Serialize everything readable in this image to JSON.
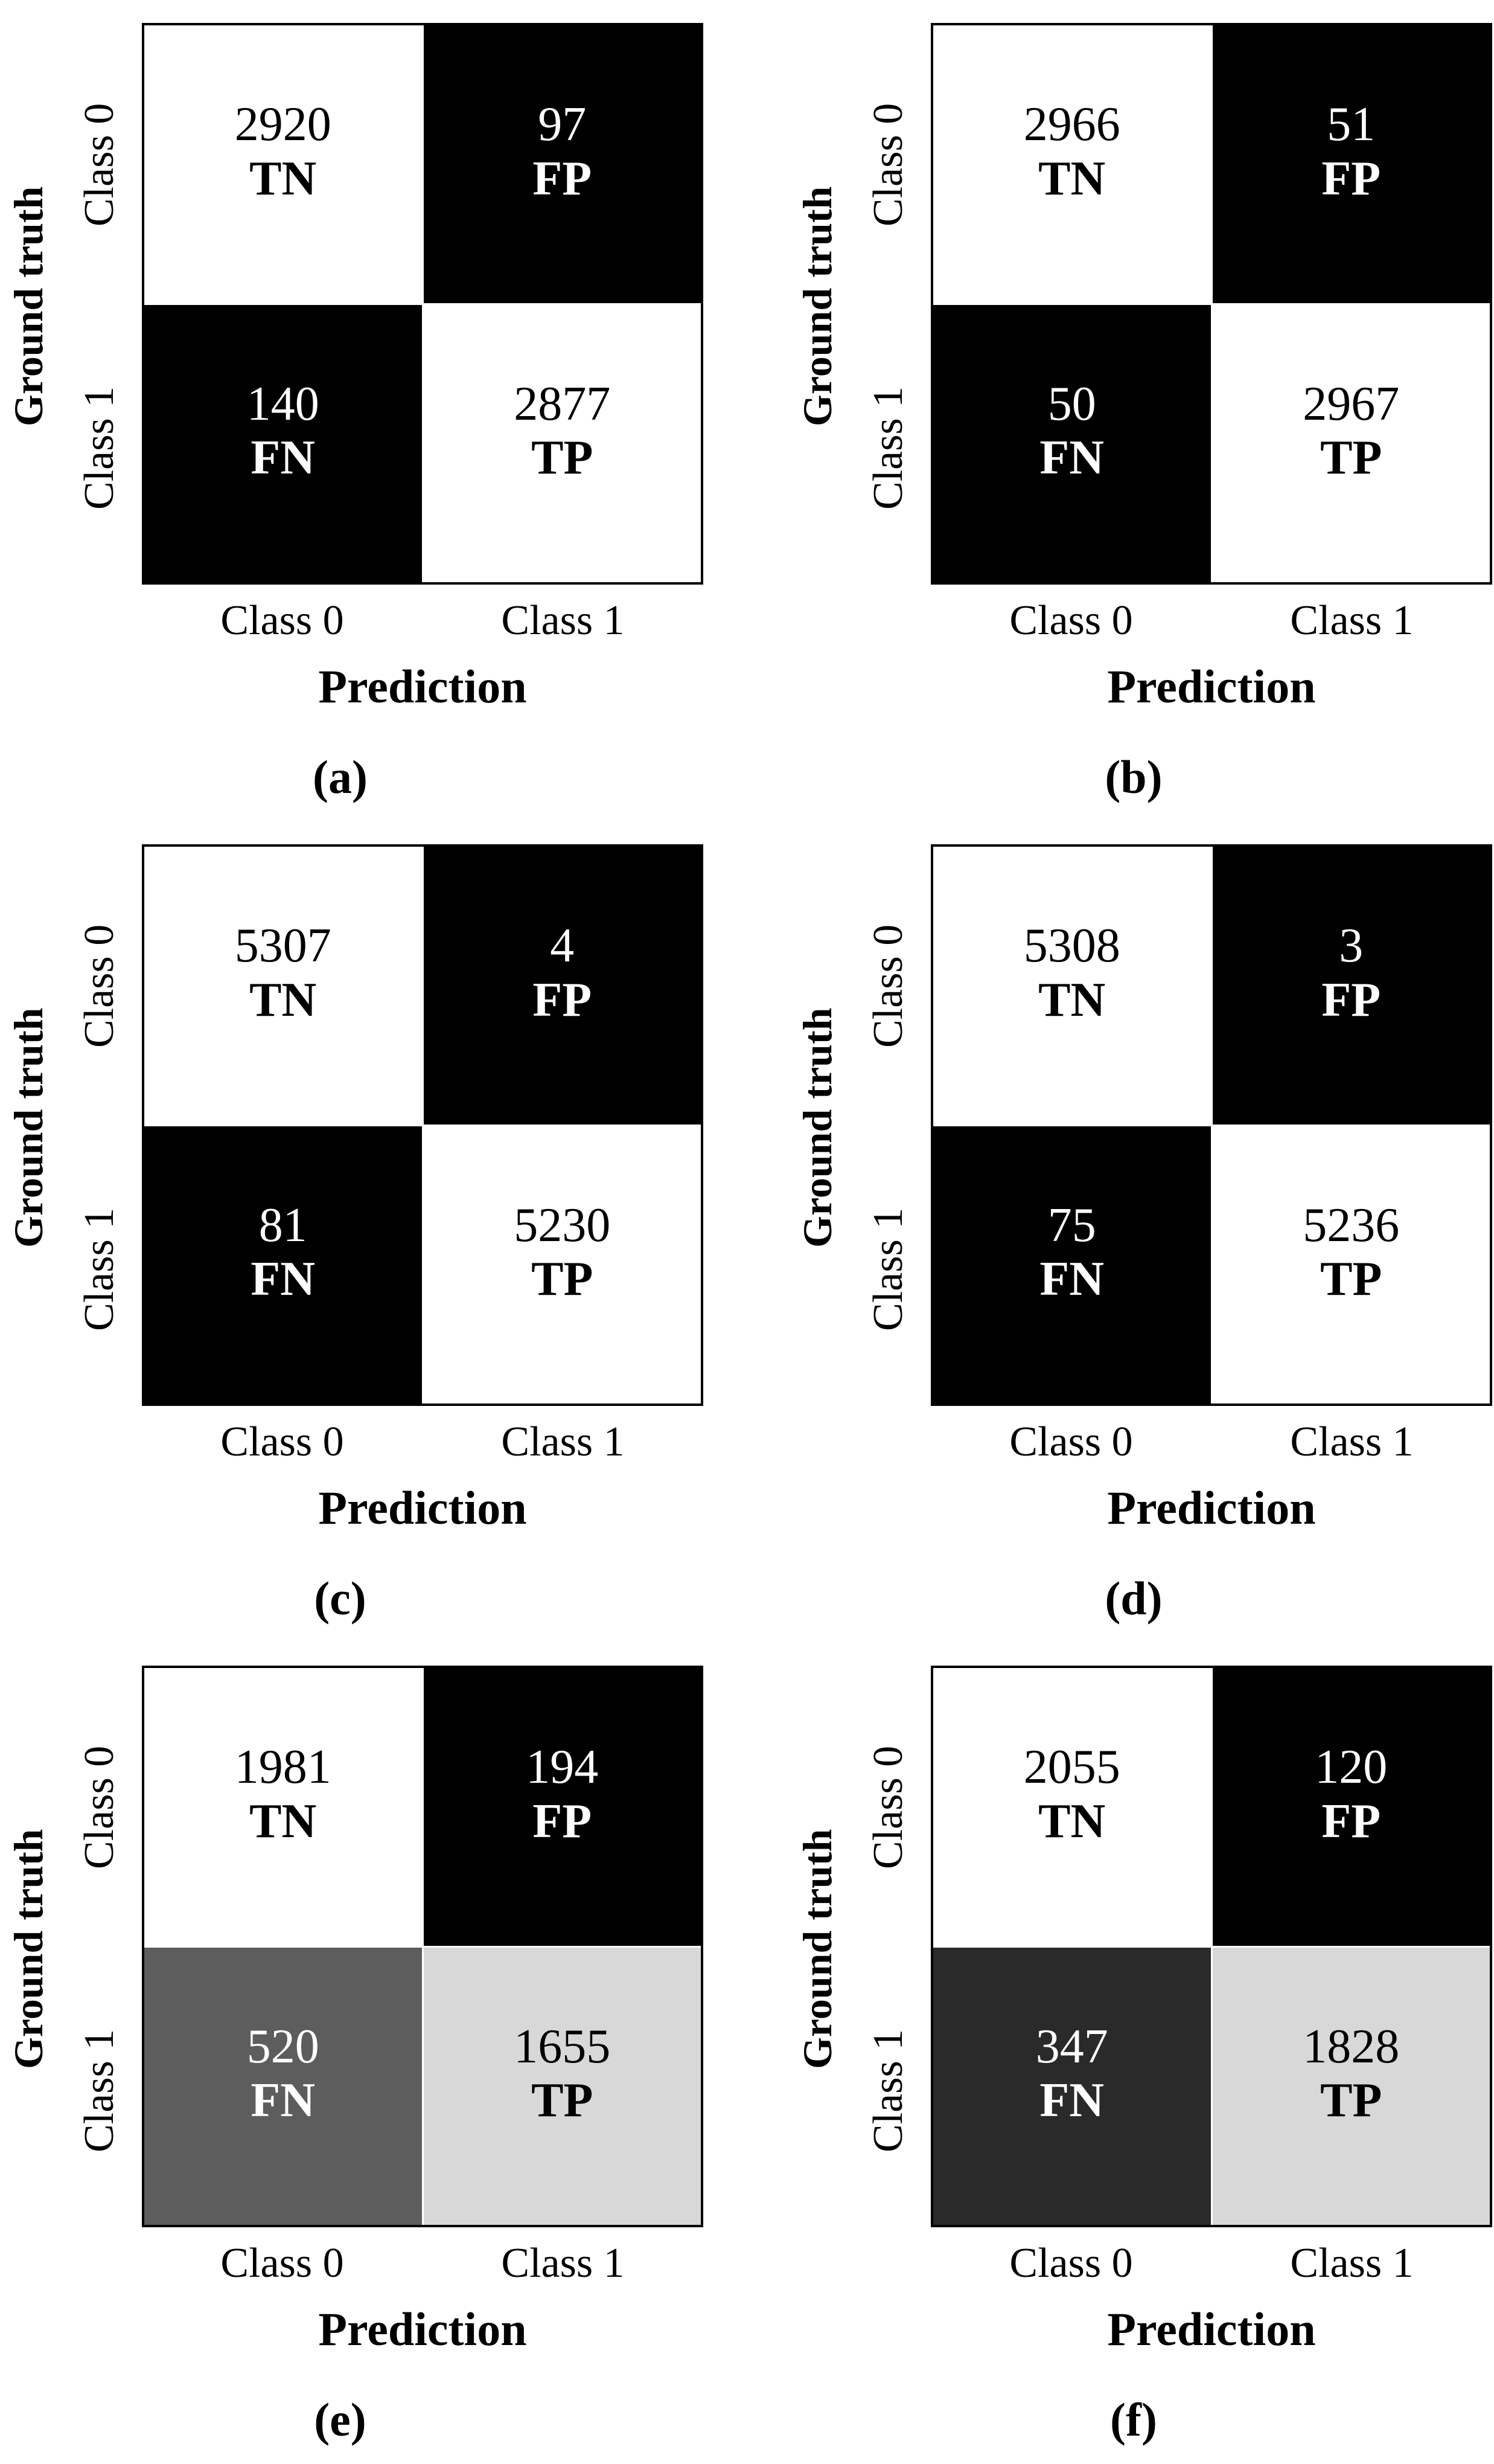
{
  "figure": {
    "background": "#ffffff",
    "matrix_border_color": "#000000",
    "grid_line_color": "#ffffff"
  },
  "chart_data": [
    {
      "type": "heatmap",
      "caption": "(a)",
      "ylabel": "Ground truth",
      "xlabel": "Prediction",
      "y_ticks": [
        "Class 0",
        "Class 1"
      ],
      "x_ticks": [
        "Class 0",
        "Class 1"
      ],
      "cells": [
        {
          "name": "TN",
          "value": 2920,
          "bg": "#ffffff",
          "fg": "#000000"
        },
        {
          "name": "FP",
          "value": 97,
          "bg": "#000000",
          "fg": "#ffffff"
        },
        {
          "name": "FN",
          "value": 140,
          "bg": "#000000",
          "fg": "#ffffff"
        },
        {
          "name": "TP",
          "value": 2877,
          "bg": "#ffffff",
          "fg": "#000000"
        }
      ]
    },
    {
      "type": "heatmap",
      "caption": "(b)",
      "ylabel": "Ground truth",
      "xlabel": "Prediction",
      "y_ticks": [
        "Class 0",
        "Class 1"
      ],
      "x_ticks": [
        "Class 0",
        "Class 1"
      ],
      "cells": [
        {
          "name": "TN",
          "value": 2966,
          "bg": "#ffffff",
          "fg": "#000000"
        },
        {
          "name": "FP",
          "value": 51,
          "bg": "#000000",
          "fg": "#ffffff"
        },
        {
          "name": "FN",
          "value": 50,
          "bg": "#000000",
          "fg": "#ffffff"
        },
        {
          "name": "TP",
          "value": 2967,
          "bg": "#ffffff",
          "fg": "#000000"
        }
      ]
    },
    {
      "type": "heatmap",
      "caption": "(c)",
      "ylabel": "Ground truth",
      "xlabel": "Prediction",
      "y_ticks": [
        "Class 0",
        "Class 1"
      ],
      "x_ticks": [
        "Class 0",
        "Class 1"
      ],
      "cells": [
        {
          "name": "TN",
          "value": 5307,
          "bg": "#ffffff",
          "fg": "#000000"
        },
        {
          "name": "FP",
          "value": 4,
          "bg": "#000000",
          "fg": "#ffffff"
        },
        {
          "name": "FN",
          "value": 81,
          "bg": "#000000",
          "fg": "#ffffff"
        },
        {
          "name": "TP",
          "value": 5230,
          "bg": "#ffffff",
          "fg": "#000000"
        }
      ]
    },
    {
      "type": "heatmap",
      "caption": "(d)",
      "ylabel": "Ground truth",
      "xlabel": "Prediction",
      "y_ticks": [
        "Class 0",
        "Class 1"
      ],
      "x_ticks": [
        "Class 0",
        "Class 1"
      ],
      "cells": [
        {
          "name": "TN",
          "value": 5308,
          "bg": "#ffffff",
          "fg": "#000000"
        },
        {
          "name": "FP",
          "value": 3,
          "bg": "#000000",
          "fg": "#ffffff"
        },
        {
          "name": "FN",
          "value": 75,
          "bg": "#000000",
          "fg": "#ffffff"
        },
        {
          "name": "TP",
          "value": 5236,
          "bg": "#ffffff",
          "fg": "#000000"
        }
      ]
    },
    {
      "type": "heatmap",
      "caption": "(e)",
      "ylabel": "Ground truth",
      "xlabel": "Prediction",
      "y_ticks": [
        "Class 0",
        "Class 1"
      ],
      "x_ticks": [
        "Class 0",
        "Class 1"
      ],
      "cells": [
        {
          "name": "TN",
          "value": 1981,
          "bg": "#ffffff",
          "fg": "#000000"
        },
        {
          "name": "FP",
          "value": 194,
          "bg": "#000000",
          "fg": "#ffffff"
        },
        {
          "name": "FN",
          "value": 520,
          "bg": "#5d5d5d",
          "fg": "#ffffff"
        },
        {
          "name": "TP",
          "value": 1655,
          "bg": "#d8d8d8",
          "fg": "#000000"
        }
      ]
    },
    {
      "type": "heatmap",
      "caption": "(f)",
      "ylabel": "Ground truth",
      "xlabel": "Prediction",
      "y_ticks": [
        "Class 0",
        "Class 1"
      ],
      "x_ticks": [
        "Class 0",
        "Class 1"
      ],
      "cells": [
        {
          "name": "TN",
          "value": 2055,
          "bg": "#ffffff",
          "fg": "#000000"
        },
        {
          "name": "FP",
          "value": 120,
          "bg": "#000000",
          "fg": "#ffffff"
        },
        {
          "name": "FN",
          "value": 347,
          "bg": "#2a2a2a",
          "fg": "#ffffff"
        },
        {
          "name": "TP",
          "value": 1828,
          "bg": "#d8d8d8",
          "fg": "#000000"
        }
      ]
    }
  ]
}
